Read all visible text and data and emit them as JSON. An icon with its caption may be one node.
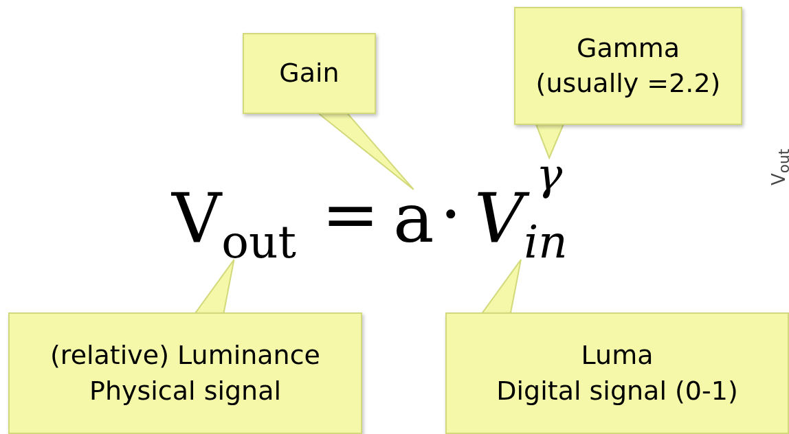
{
  "diagram": {
    "nodes": [
      {
        "text": [
          "Gain"
        ]
      },
      {
        "text": [
          "Gamma (usually =2.2)"
        ]
      },
      {
        "text": [
          "V$_{out}$"
        ]
      },
      {
        "text": [
          "a"
        ]
      },
      {
        "text": [
          "V$_{in}$"
        ]
      },
      {
        "text": [
          "γ"
        ]
      },
      {
        "text": [
          "(relative) Luminance",
          "Physical signal"
        ]
      },
      {
        "text": [
          "Luma",
          "Digital signal (0-1)"
        ]
      }
    ],
    "edges": [
      {
        "from": 0,
        "to": 3,
        "arrow": "to"
      },
      {
        "from": 1,
        "to": 5,
        "arrow": "to"
      },
      {
        "from": 6,
        "to": 2,
        "arrow": "to"
      },
      {
        "from": 7,
        "to": 4,
        "arrow": "to"
      }
    ],
    "labels": [
      "=",
      "·",
      "V$_{out}$"
    ]
  }
}
